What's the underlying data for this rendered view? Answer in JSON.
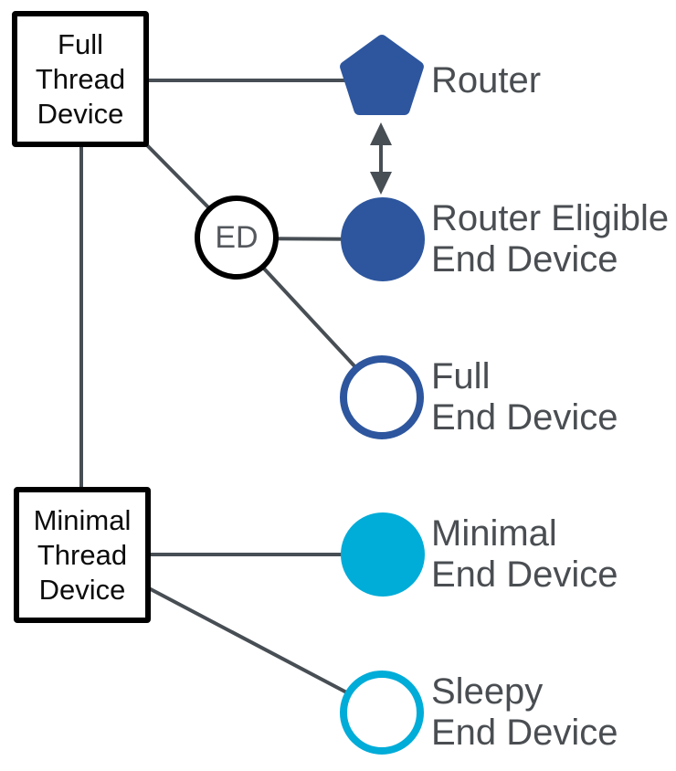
{
  "diagram": {
    "boxes": {
      "full_thread_device": {
        "lines": [
          "Full",
          "Thread",
          "Device"
        ]
      },
      "minimal_thread_device": {
        "lines": [
          "Minimal",
          "Thread",
          "Device"
        ]
      }
    },
    "ed_badge": {
      "label": "ED"
    },
    "nodes": {
      "router": {
        "label_lines": [
          "Router"
        ],
        "shape": "pentagon",
        "fill": "solid",
        "color": "#2d569e"
      },
      "router_eligible_end_device": {
        "label_lines": [
          "Router Eligible",
          "End Device"
        ],
        "shape": "circle",
        "fill": "solid",
        "color": "#2d569e"
      },
      "full_end_device": {
        "label_lines": [
          "Full",
          "End Device"
        ],
        "shape": "circle",
        "fill": "outline",
        "color": "#2d569e"
      },
      "minimal_end_device": {
        "label_lines": [
          "Minimal",
          "End Device"
        ],
        "shape": "circle",
        "fill": "solid",
        "color": "#00acd8"
      },
      "sleepy_end_device": {
        "label_lines": [
          "Sleepy",
          "End Device"
        ],
        "shape": "circle",
        "fill": "outline",
        "color": "#00acd8"
      }
    },
    "colors": {
      "thread_blue": "#2d569e",
      "thread_cyan": "#00acd8",
      "edge_gray": "#474e54",
      "label_gray": "#4a4e52",
      "box_border": "#000000"
    }
  }
}
